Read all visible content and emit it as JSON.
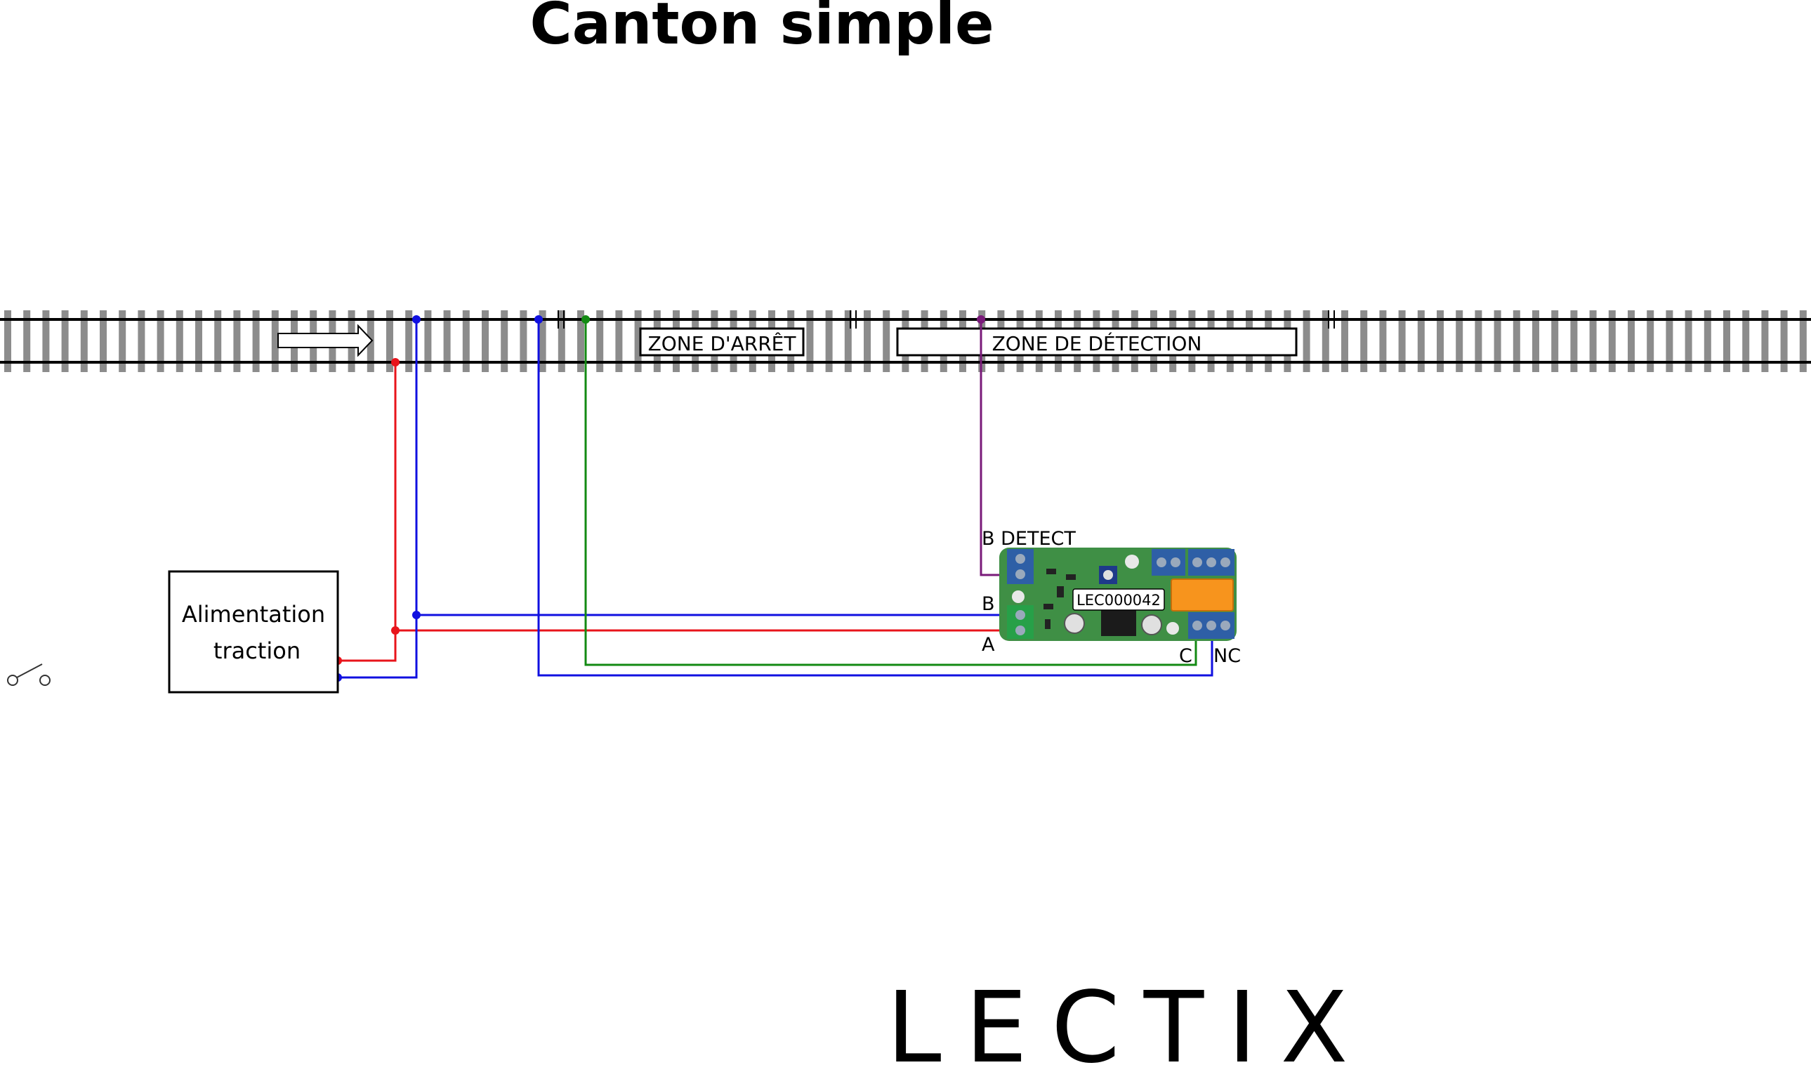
{
  "title": "Canton simple",
  "zones": {
    "stop": "ZONE D'ARRÊT",
    "detection": "ZONE DE DÉTECTION"
  },
  "power_supply": {
    "line1": "Alimentation",
    "line2": "traction"
  },
  "module": {
    "reference": "LEC000042",
    "terminals": {
      "b_detect": "B DETECT",
      "b": "B",
      "a": "A",
      "c": "C",
      "nc": "NC"
    }
  },
  "logo": "LECTIX",
  "colors": {
    "wire_a": "#e8141b",
    "wire_b": "#1010e0",
    "wire_relay": "#138a13",
    "wire_detect": "#7a1a7a",
    "pcb": "#3f8f45",
    "relay": "#f7941d",
    "terminal": "#2e5fa6",
    "sleeper": "#8c8c8c"
  }
}
